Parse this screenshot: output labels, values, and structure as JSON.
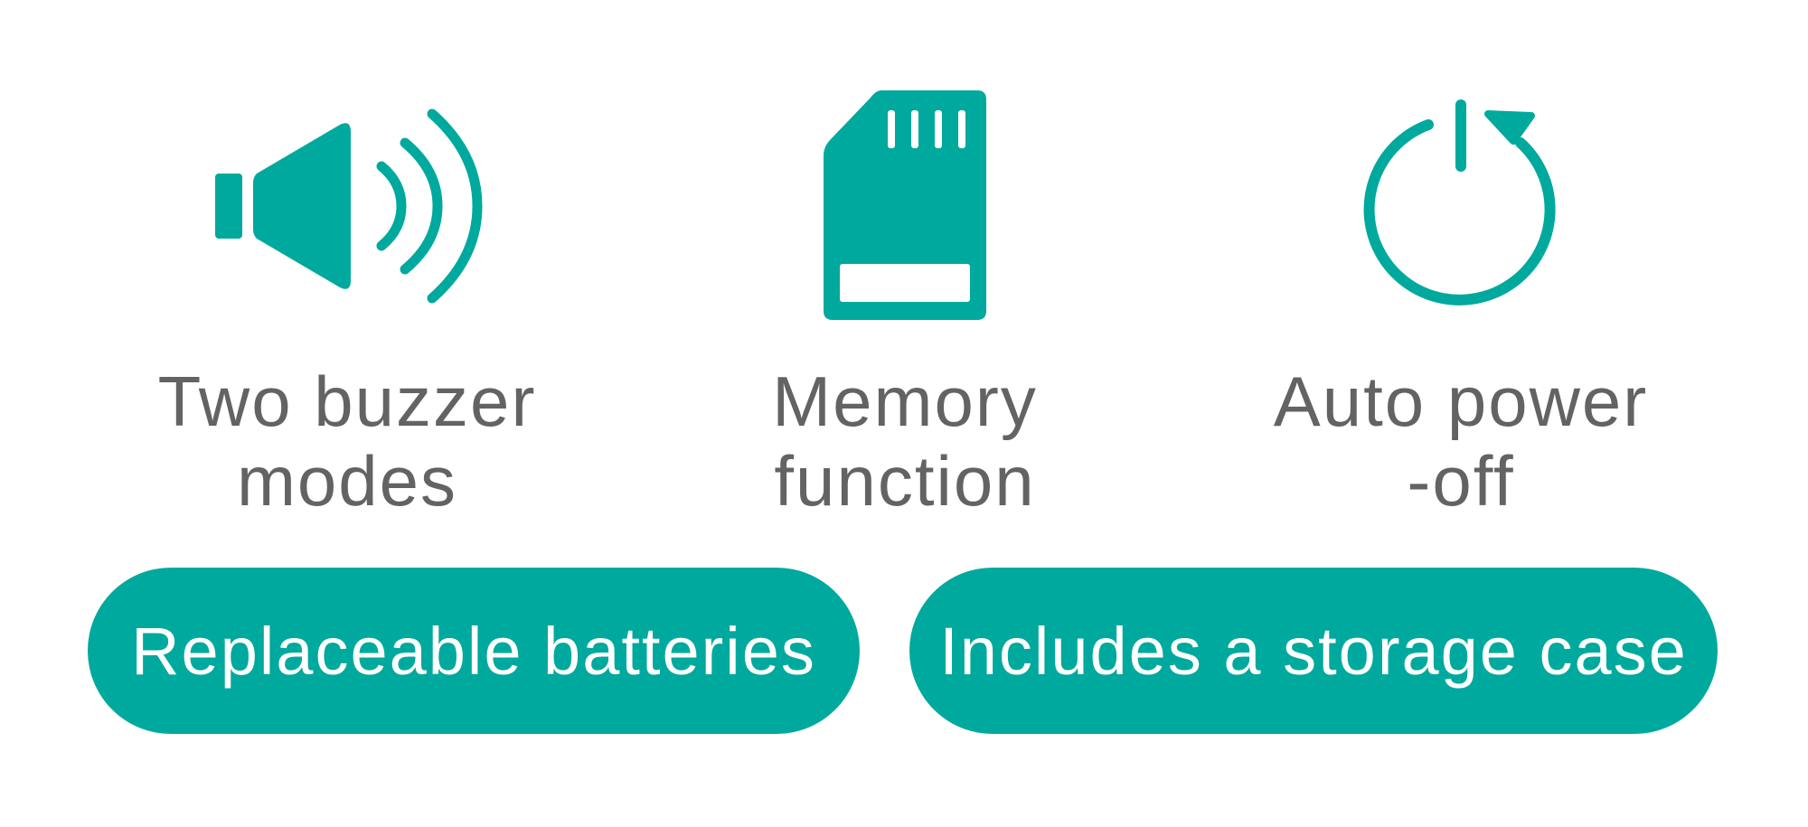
{
  "colors": {
    "accent": "#00A99D",
    "text": "#636363"
  },
  "features": [
    {
      "icon": "speaker-icon",
      "label_line1": "Two buzzer",
      "label_line2": "modes"
    },
    {
      "icon": "memory-card-icon",
      "label_line1": "Memory",
      "label_line2": "function"
    },
    {
      "icon": "power-icon",
      "label_line1": "Auto power",
      "label_line2": "-off"
    }
  ],
  "badges": [
    {
      "label": "Replaceable batteries"
    },
    {
      "label": "Includes a storage case"
    }
  ]
}
